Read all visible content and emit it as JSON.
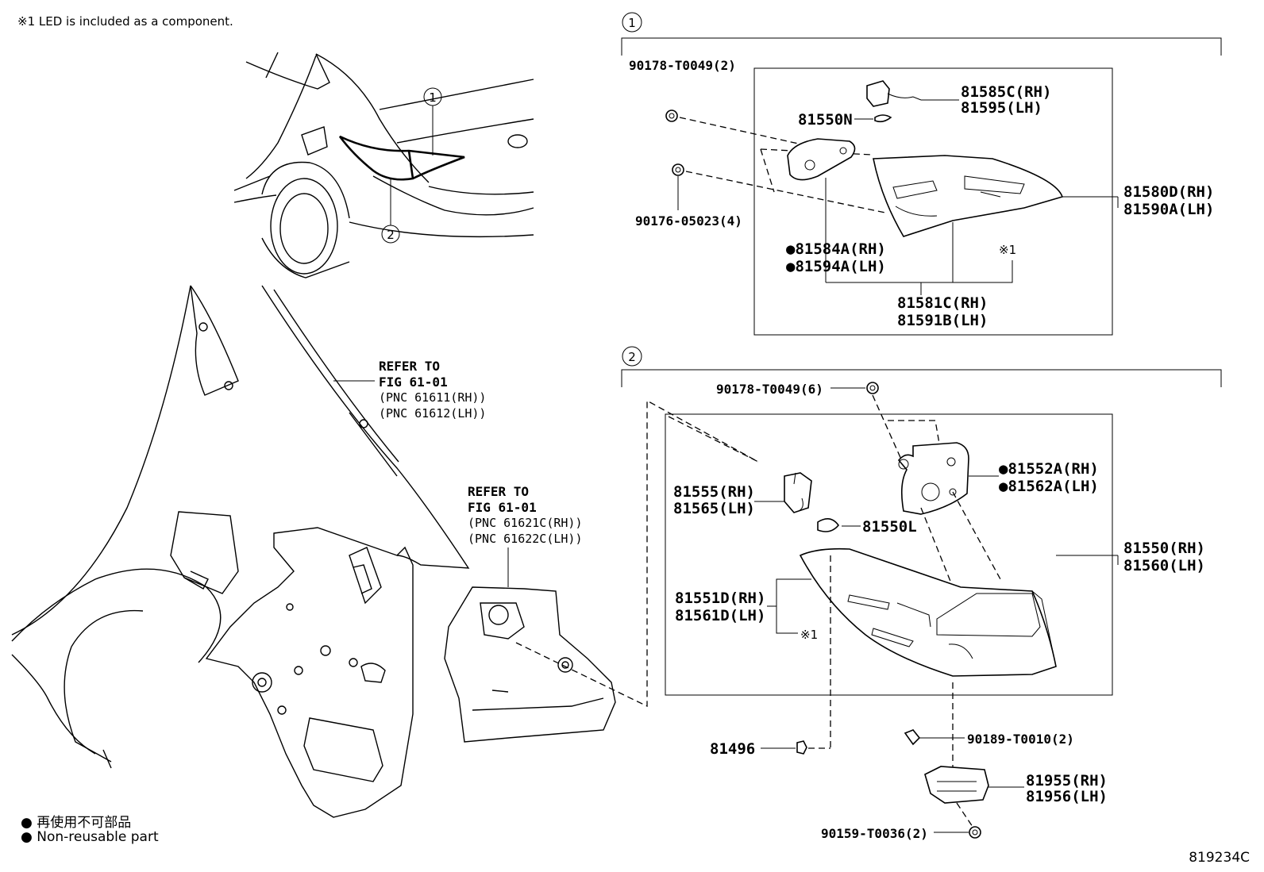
{
  "note": "※1 LED is included as a component.",
  "legend": {
    "line1": "● 再使用不可部品",
    "line2": "● Non-reusable part"
  },
  "figure_id": "819234C",
  "callouts": {
    "c1": "1",
    "c2": "2"
  },
  "ref_left": {
    "l1": "REFER TO",
    "l2": "FIG 61-01",
    "l3": "(PNC 61611(RH))",
    "l4": "(PNC 61612(LH))"
  },
  "ref_mid": {
    "l1": "REFER TO",
    "l2": "FIG 61-01",
    "l3": "(PNC 61621C(RH))",
    "l4": "(PNC 61622C(LH))"
  },
  "group1": {
    "p90178": "90178-T0049(2)",
    "p90176": "90176-05023(4)",
    "p81585": "81585C(RH)",
    "p81595": "81595(LH)",
    "p81550n": "81550N",
    "p81580": "81580D(RH)",
    "p81590": "81590A(LH)",
    "p81584": "●81584A(RH)",
    "p81594": "●81594A(LH)",
    "star": "※1",
    "p81581": "81581C(RH)",
    "p81591": "81591B(LH)"
  },
  "group2": {
    "p90178": "90178-T0049(6)",
    "p81552": "●81552A(RH)",
    "p81562": "●81562A(LH)",
    "p81555": "81555(RH)",
    "p81565": "81565(LH)",
    "p81550l": "81550L",
    "p81550": "81550(RH)",
    "p81560": "81560(LH)",
    "p81551": "81551D(RH)",
    "p81561": "81561D(LH)",
    "star": "※1",
    "p81496": "81496",
    "p90189": "90189-T0010(2)",
    "p81955": "81955(RH)",
    "p81956": "81956(LH)",
    "p90159": "90159-T0036(2)"
  }
}
